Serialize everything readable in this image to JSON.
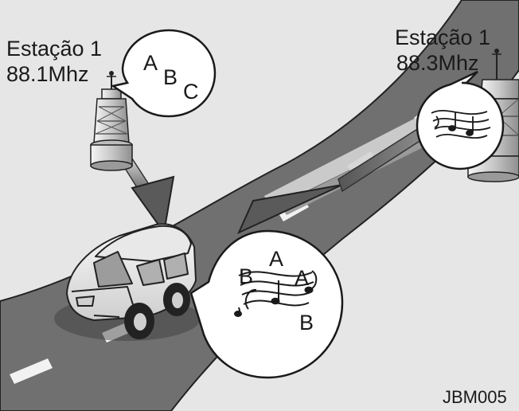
{
  "stations": [
    {
      "name": "Estação 1",
      "frequency": "88.1Mhz"
    },
    {
      "name": "Estação 1",
      "frequency": "88.3Mhz"
    }
  ],
  "bubbles": {
    "left_letters": [
      "A",
      "B",
      "C"
    ],
    "car_letters": [
      "A",
      "B",
      "A",
      "B"
    ]
  },
  "figure_code": "JBM005",
  "colors": {
    "background": "#ffffff",
    "field": "#e6e6e6",
    "road": "#707070",
    "signal_arrow": "#5a5a5a",
    "outline": "#1a1a1a"
  },
  "icons": [
    "radio-tower-icon",
    "car-icon",
    "music-notes-icon"
  ]
}
